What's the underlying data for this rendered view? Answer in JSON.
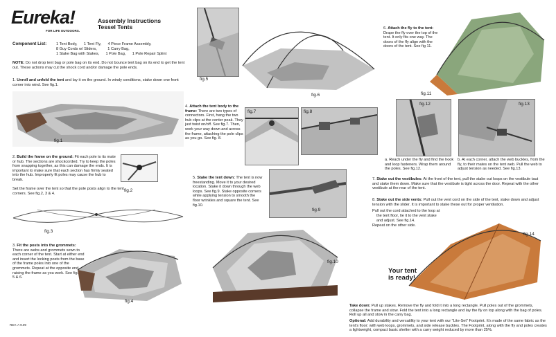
{
  "header": {
    "logo_text": "Eureka!",
    "tagline": "FOR LIFE OUTDOORS.",
    "title_line1": "Assembly Instructions",
    "title_line2": "Tessel Tents"
  },
  "components": {
    "label": "Component List:",
    "line1": "1 Tent Body,      1 Tent Fly,      4 Piece Frame Assembly,",
    "line2": "8 Guy Cords w/ Sliders,          1 Carry Bag,",
    "line3": "1 Stake Bag with Stakes,      1 Pole Bag,      1 Pole Repair Splint"
  },
  "note": {
    "label": "NOTE:",
    "text": "Do not drop tent bag or pole bag on its end. Do not bounce tent bag on its end to get the tent out. These actions may cut the shock cord and/or damage the pole ends."
  },
  "step1": {
    "num": "1.",
    "title": "Unroll and unfold the tent",
    "text": "and lay it on the ground. In windy conditions, stake down one front corner into wind. See fig.1."
  },
  "step2": {
    "num": "2.",
    "title": "Build the frame on the ground:",
    "text": "Fit each pole to its mate or hub. The sections are shockcorded. Try to keep the poles from snapping together, as this can damage the ends. It is important to make sure that each section has firmly seated into the hub. Improperly fit poles may cause the hub to break.",
    "text2": "Set the frame over the tent so that the pole posts align to the tent corners. See fig.2, 3 & 4."
  },
  "step3": {
    "num": "3.",
    "title": "Fit the posts into the grommets:",
    "text": "There are webs and grommets sewn to each corner of the tent. Start at either end and insert the locking posts from the base of the frame poles into one of the grommets. Repeat at the opposite end, raising the frame as you work. See fig. 4, 5 & 6."
  },
  "step4": {
    "num": "4.",
    "title": "Attach the tent body to the frame:",
    "text": "There are two types of connectors. First, hang the two hub clips at the center peak. They just twist on/off. See fig.7. Then, work your way down and across the frame, attaching the pole clips as you go. See fig. 8."
  },
  "step5": {
    "num": "5.",
    "title": "Stake the tent down:",
    "text": "The tent is now freestanding. Move it to your desired location. Stake it down through the web loops. See fig.9. Stake opposite corners while applying tension to smooth the floor wrinkles and square the tent. See fig.10."
  },
  "step6": {
    "num": "6.",
    "title": "Attach the fly to the tent:",
    "text": "Drape the fly over the top of the tent. It only fits one way. The doors of the fly align with the doors of the tent. See fig 11."
  },
  "step6a": {
    "label": "a.",
    "text": "Reach under the fly and find the hook and loop fasteners. Wrap them around the poles. See fig.12."
  },
  "step6b": {
    "label": "b.",
    "text": "At each corner, attach the web buckles, from the fly, to their mates on the tent web. Pull the web to adjust tension as needed. See fig.13."
  },
  "step7": {
    "num": "7.",
    "title": "Stake out the vestibules:",
    "text": "At the front of the tent, pull the stake out loops on the vestibule taut and stake them down. Make sure that the vestibule is tight across the door. Repeat with the other vestibule at the rear of the tent."
  },
  "step8": {
    "num": "8.",
    "title": "Stake out the side vents:",
    "text": "Pull out the vent cord on the side of the tent, stake down and adjust tension with the slider. It is important to stake these out for proper ventilation.",
    "line2": "Pull out the cord attached to the loop at",
    "line3": "the tent floor, tie it to the vent stake",
    "line4": "and adjust. See fig.14.",
    "line5": "Repeat on the other side."
  },
  "ready": {
    "line1": "Your tent",
    "line2": "is ready!"
  },
  "takedown": {
    "label": "Take down:",
    "text": "Pull up stakes. Remove the fly and fold it into a long rectangle. Pull poles out of the grommets, collapse the frame and stow. Fold the tent into a long rectangle and lay the fly on top along with the bag of poles. Roll up all and stow in the carry bag."
  },
  "optional": {
    "label": "Optional:",
    "text": "Add durability and versatility to your tent with our \"Lite-Set\" Footprint. It's made of the same fabric as the tent's floor: with web loops, grommets, and side release buckles. The Footprint, along with the fly and poles creates a lightweight, compact basic shelter with a carry weight reduced by more than 25%."
  },
  "footer": {
    "rev": "REV. A  9.09"
  },
  "figures": {
    "fig1": "fig.1",
    "fig2": "fig.2",
    "fig3": "fig.3",
    "fig4": "fig.4",
    "fig5": "fig.5",
    "fig6": "fig.6",
    "fig7": "fig.7",
    "fig8": "fig.8",
    "fig9": "fig.9",
    "fig10": "fig.10",
    "fig11": "fig.11",
    "fig12": "fig.12",
    "fig13": "fig.13",
    "fig14": "fig.14"
  },
  "colors": {
    "tent_gray": "#9a9a9a",
    "fly_green": "#8aa67c",
    "fly_orange": "#c97a3b",
    "floor_dark": "#5a3a2a"
  }
}
